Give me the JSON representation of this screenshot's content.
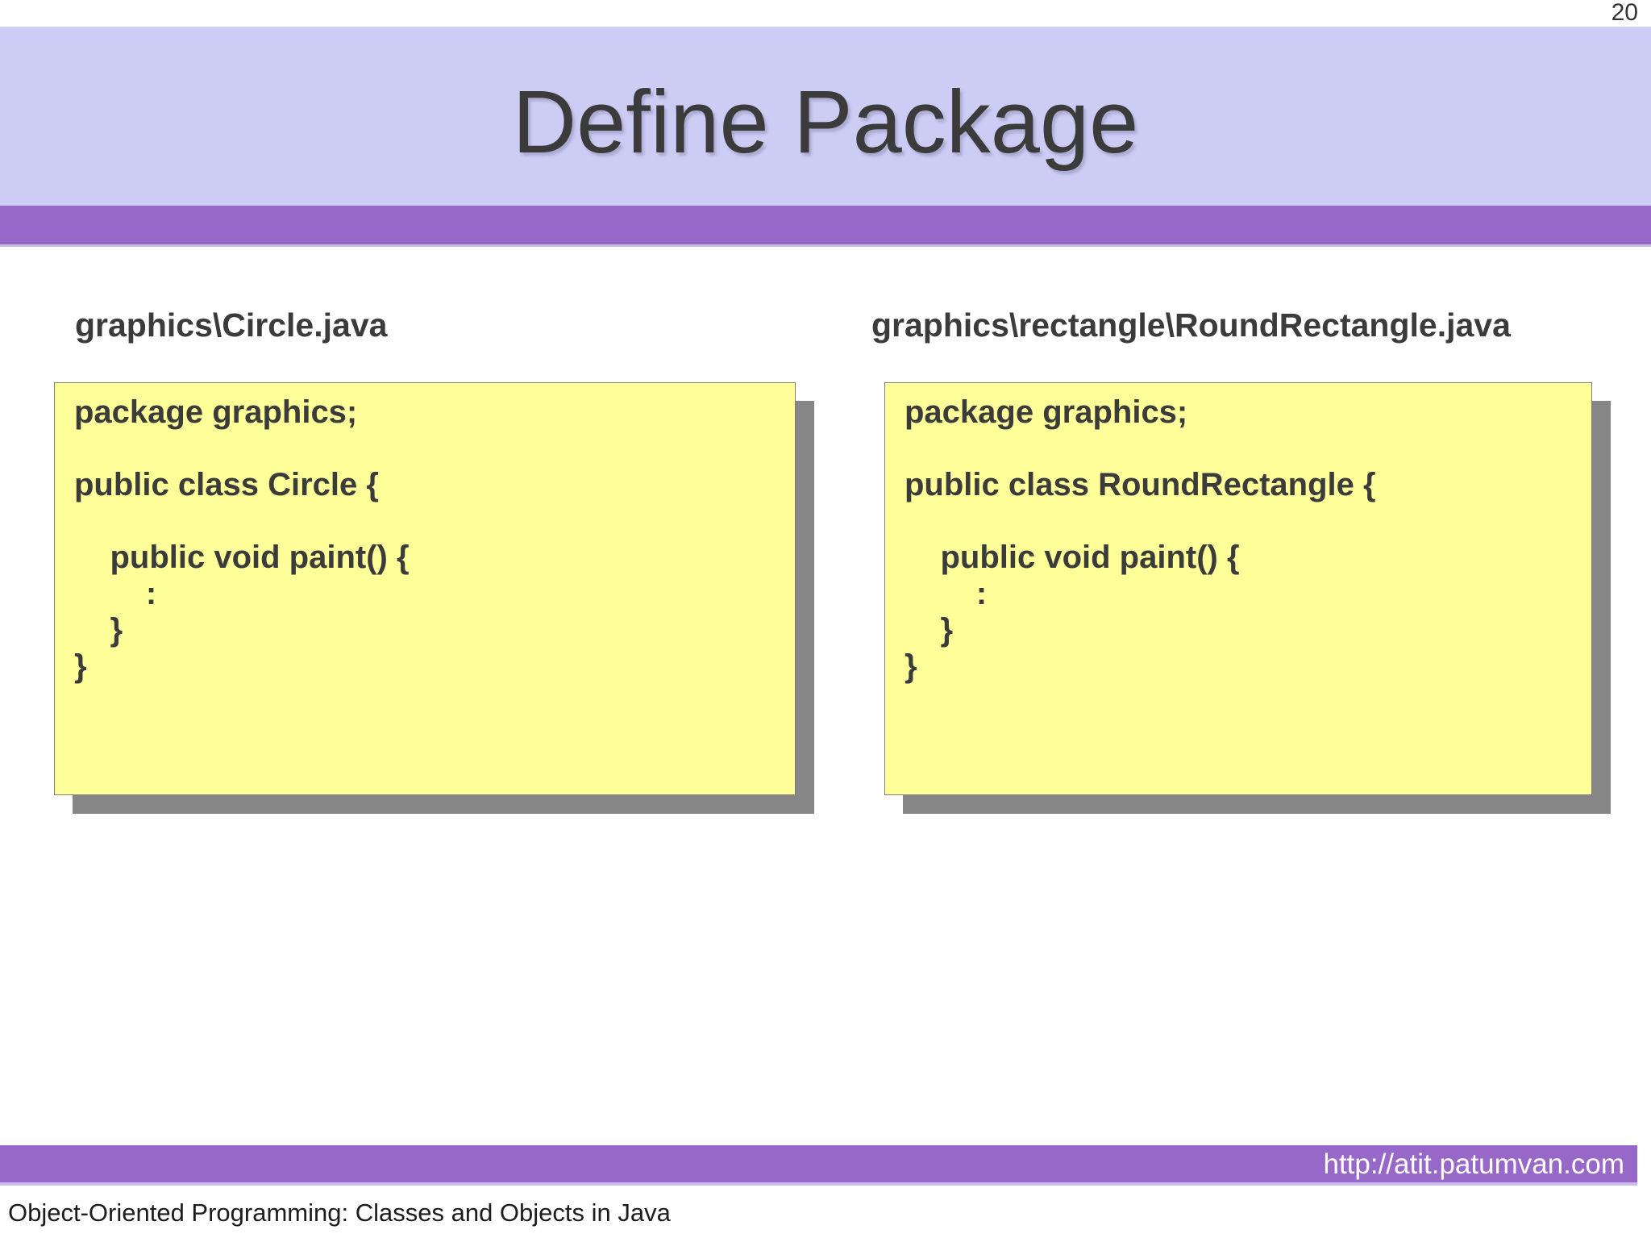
{
  "page_number": "20",
  "title": "Define Package",
  "panels": [
    {
      "heading": "graphics\\Circle.java",
      "code": "package graphics;\n\npublic class Circle {\n\n    public void paint() {\n        :\n    }\n}"
    },
    {
      "heading": "graphics\\rectangle\\RoundRectangle.java",
      "code": "package graphics;\n\npublic class RoundRectangle {\n\n    public void paint() {\n        :\n    }\n}"
    }
  ],
  "footer": {
    "url": "http://atit.patumvan.com",
    "caption": "Object-Oriented Programming: Classes and Objects in Java"
  },
  "colors": {
    "title_band": "#cdccf4",
    "accent_stripe": "#9768c8",
    "code_box_bg": "#ffff99",
    "code_box_shadow": "#868686",
    "text_dark": "#3b3b3b",
    "url_text": "#ffffff"
  }
}
